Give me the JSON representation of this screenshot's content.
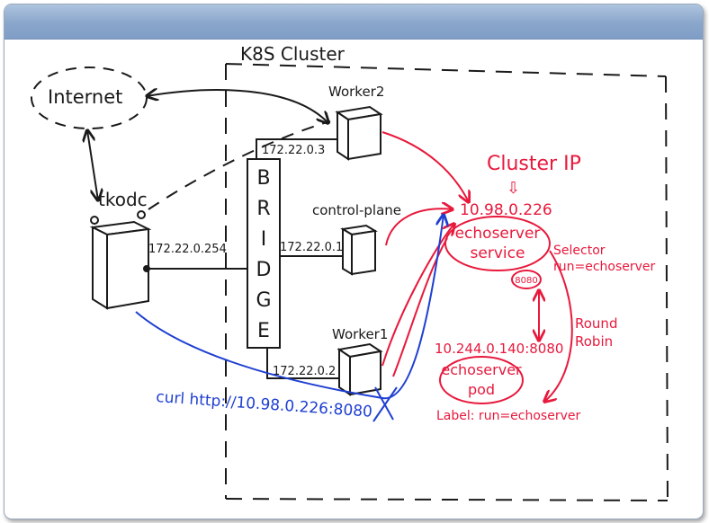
{
  "labels": {
    "internet": "Internet",
    "k8s_cluster": "K8S Cluster",
    "worker2": "Worker2",
    "tkodc": "tkodc",
    "bridge": [
      "B",
      "R",
      "I",
      "D",
      "G",
      "E"
    ],
    "control_plane": "control-plane",
    "worker1": "Worker1",
    "ip_worker2": "172.22.0.3",
    "ip_tkodc": "172.22.0.254",
    "ip_control_plane": "172.22.0.1",
    "ip_worker1": "172.22.0.2",
    "cluster_ip_title": "Cluster IP",
    "cluster_ip_arrow": "⇩",
    "cluster_ip_value": "10.98.0.226",
    "service_line1": "echoserver",
    "service_line2": "service",
    "selector_line1": "Selector",
    "selector_line2": "run=echoserver",
    "port": "8080",
    "round_robin_line1": "Round",
    "round_robin_line2": "Robin",
    "pod_address": "10.244.0.140:8080",
    "pod_line1": "echoserver",
    "pod_line2": "pod",
    "pod_label": "Label: run=echoserver",
    "curl_command": "curl http://10.98.0.226:8080"
  },
  "colors": {
    "ink_black": "#1a1a1a",
    "ink_red": "#e8193c",
    "ink_blue": "#1f3fd1",
    "window_title": "#8aa6cb"
  }
}
